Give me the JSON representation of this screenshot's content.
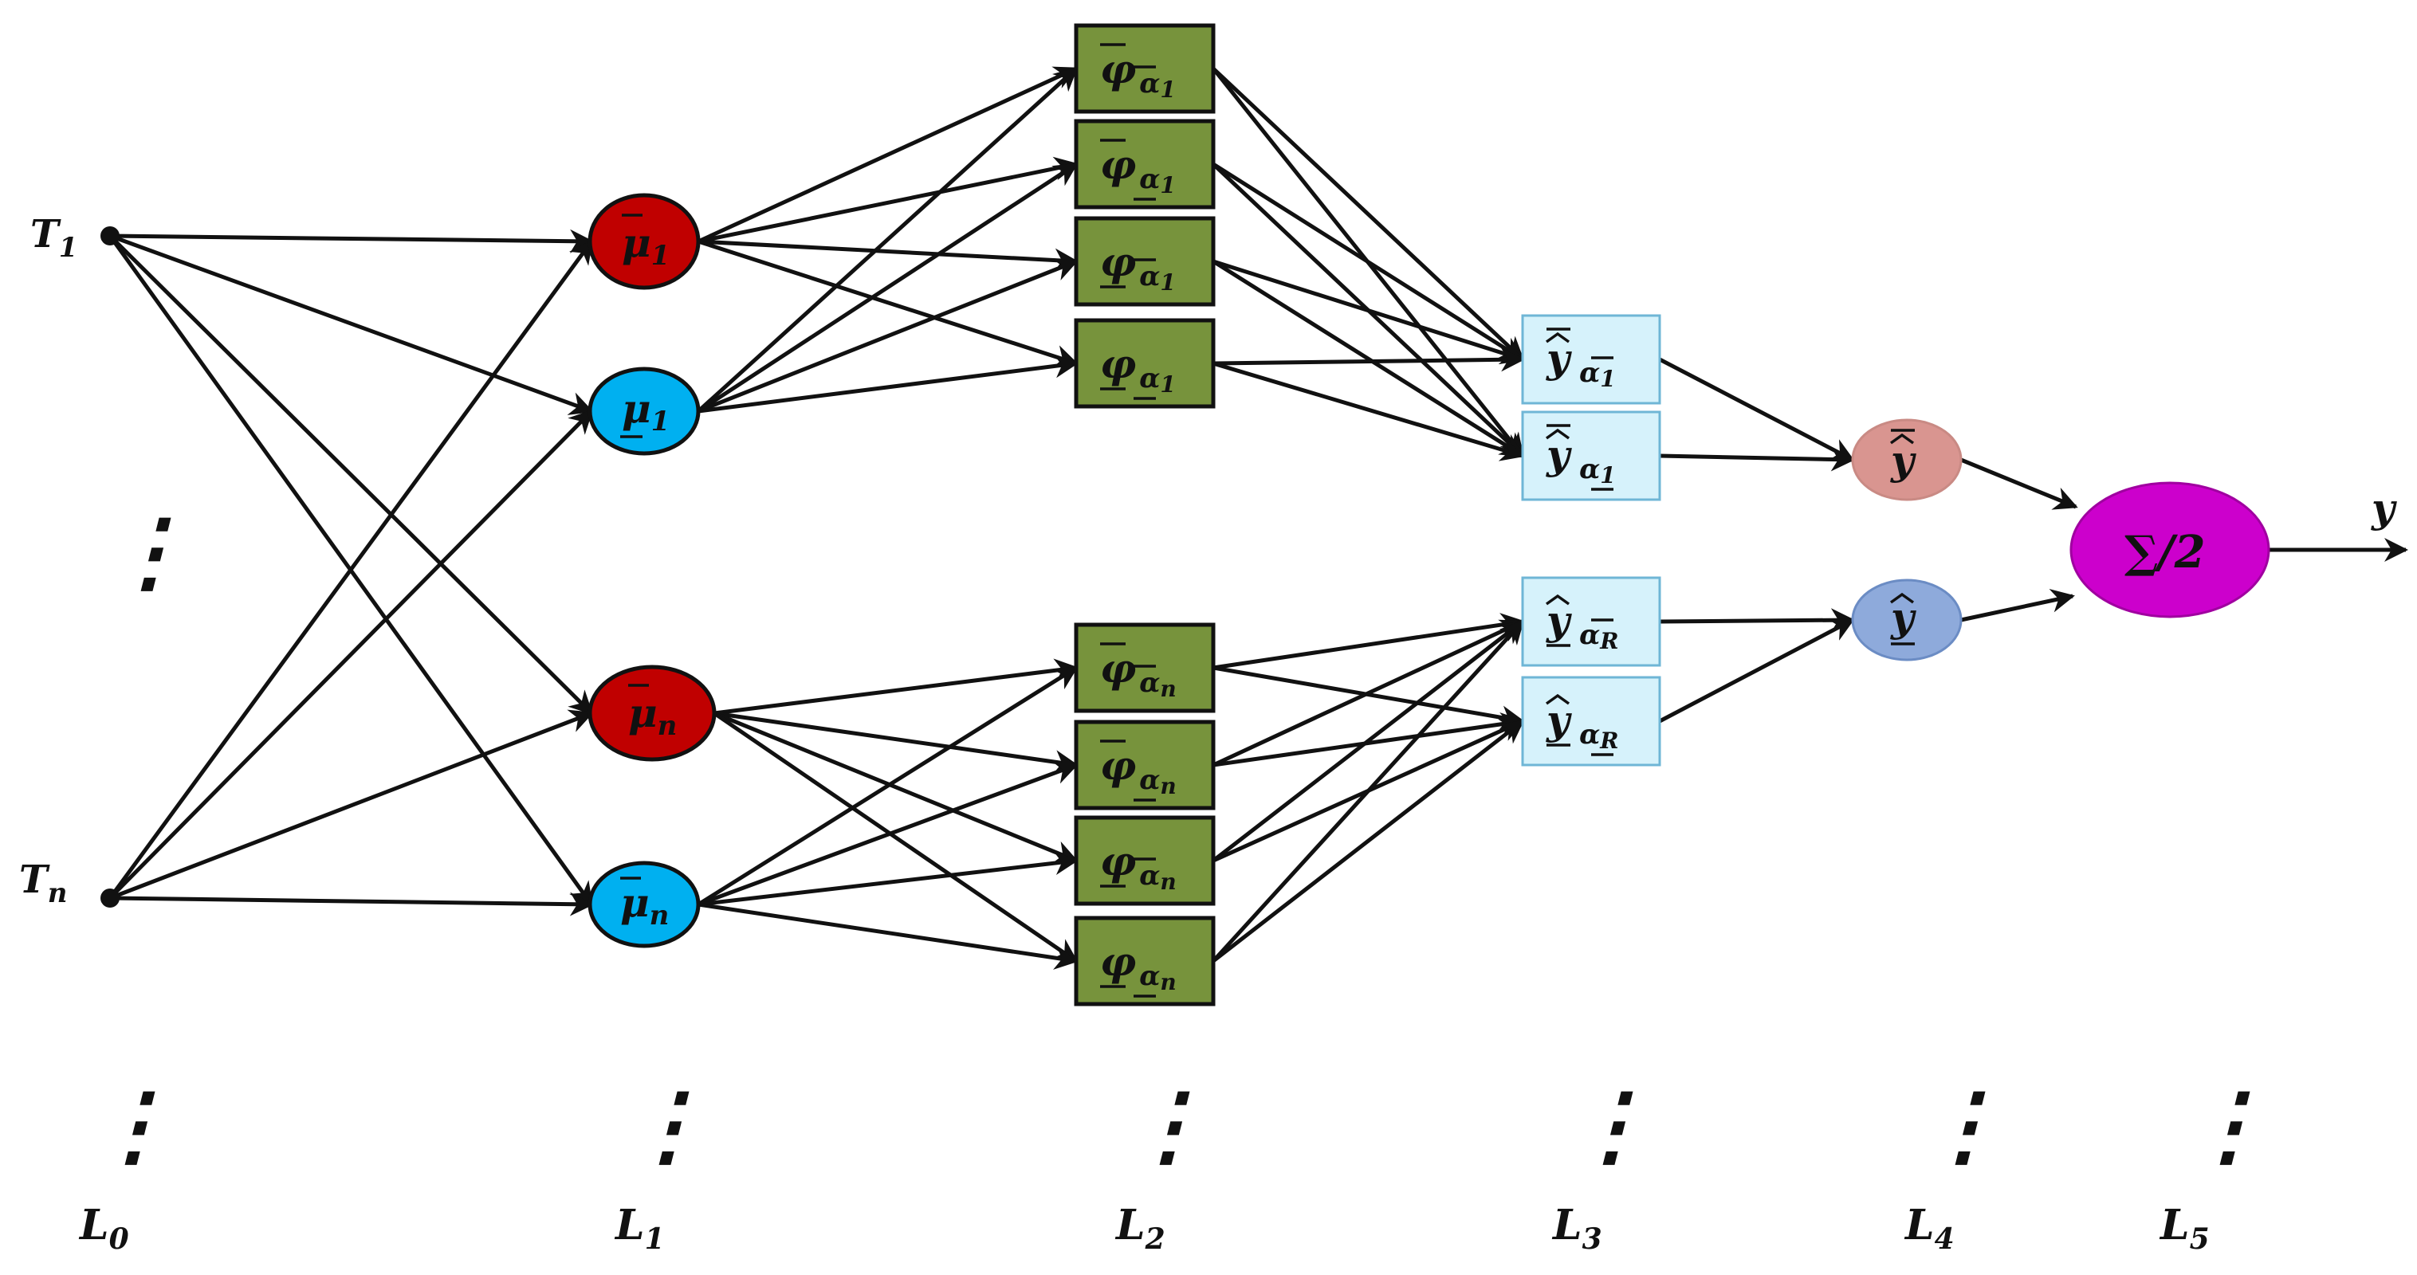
{
  "colors": {
    "l1_upper": "#c00000",
    "l1_lower": "#00b0f0",
    "l2_box": "#77933c",
    "l3_box": "#d6f2fb",
    "l4_upper": "#d99590",
    "l4_lower": "#8eaadb",
    "l5_node": "#cc00cc"
  },
  "inputs": [
    {
      "base": "T",
      "sub": "1"
    },
    {
      "base": "T",
      "sub": "n"
    }
  ],
  "layer1": [
    {
      "base": "μ",
      "sub": "1",
      "bar": "over"
    },
    {
      "base": "μ",
      "sub": "1",
      "bar": "under"
    },
    {
      "base": "μ",
      "sub": "n",
      "bar": "over"
    },
    {
      "base": "μ",
      "sub": "n",
      "bar": "over"
    }
  ],
  "layer2": [
    {
      "base": "φ",
      "bar": "over",
      "sub": "α",
      "subbar": "over",
      "idx": "1"
    },
    {
      "base": "φ",
      "bar": "over",
      "sub": "α",
      "subbar": "under",
      "idx": "1"
    },
    {
      "base": "φ",
      "bar": "under",
      "sub": "α",
      "subbar": "over",
      "idx": "1"
    },
    {
      "base": "φ",
      "bar": "under",
      "sub": "α",
      "subbar": "under",
      "idx": "1"
    },
    {
      "base": "φ",
      "bar": "over",
      "sub": "α",
      "subbar": "over",
      "idx": "n"
    },
    {
      "base": "φ",
      "bar": "over",
      "sub": "α",
      "subbar": "under",
      "idx": "n"
    },
    {
      "base": "φ",
      "bar": "under",
      "sub": "α",
      "subbar": "over",
      "idx": "n"
    },
    {
      "base": "φ",
      "bar": "under",
      "sub": "α",
      "subbar": "under",
      "idx": "n"
    }
  ],
  "layer3": [
    {
      "base": "y",
      "mark": "over-hat",
      "sub": "α",
      "subbar": "over",
      "idx": "1"
    },
    {
      "base": "y",
      "mark": "over-hat",
      "sub": "α",
      "subbar": "under",
      "idx": "1"
    },
    {
      "base": "y",
      "mark": "under-hat",
      "sub": "α",
      "subbar": "over",
      "idx": "R"
    },
    {
      "base": "y",
      "mark": "under-hat",
      "sub": "α",
      "subbar": "under",
      "idx": "R"
    }
  ],
  "layer4": [
    {
      "base": "y",
      "mark": "over-hat"
    },
    {
      "base": "y",
      "mark": "under-hat"
    }
  ],
  "layer5": {
    "label": "∑/2"
  },
  "output": {
    "label": "y"
  },
  "ellipsis": "⋮",
  "layers": [
    {
      "base": "L",
      "sub": "0"
    },
    {
      "base": "L",
      "sub": "1"
    },
    {
      "base": "L",
      "sub": "2"
    },
    {
      "base": "L",
      "sub": "3"
    },
    {
      "base": "L",
      "sub": "4"
    },
    {
      "base": "L",
      "sub": "5"
    }
  ]
}
